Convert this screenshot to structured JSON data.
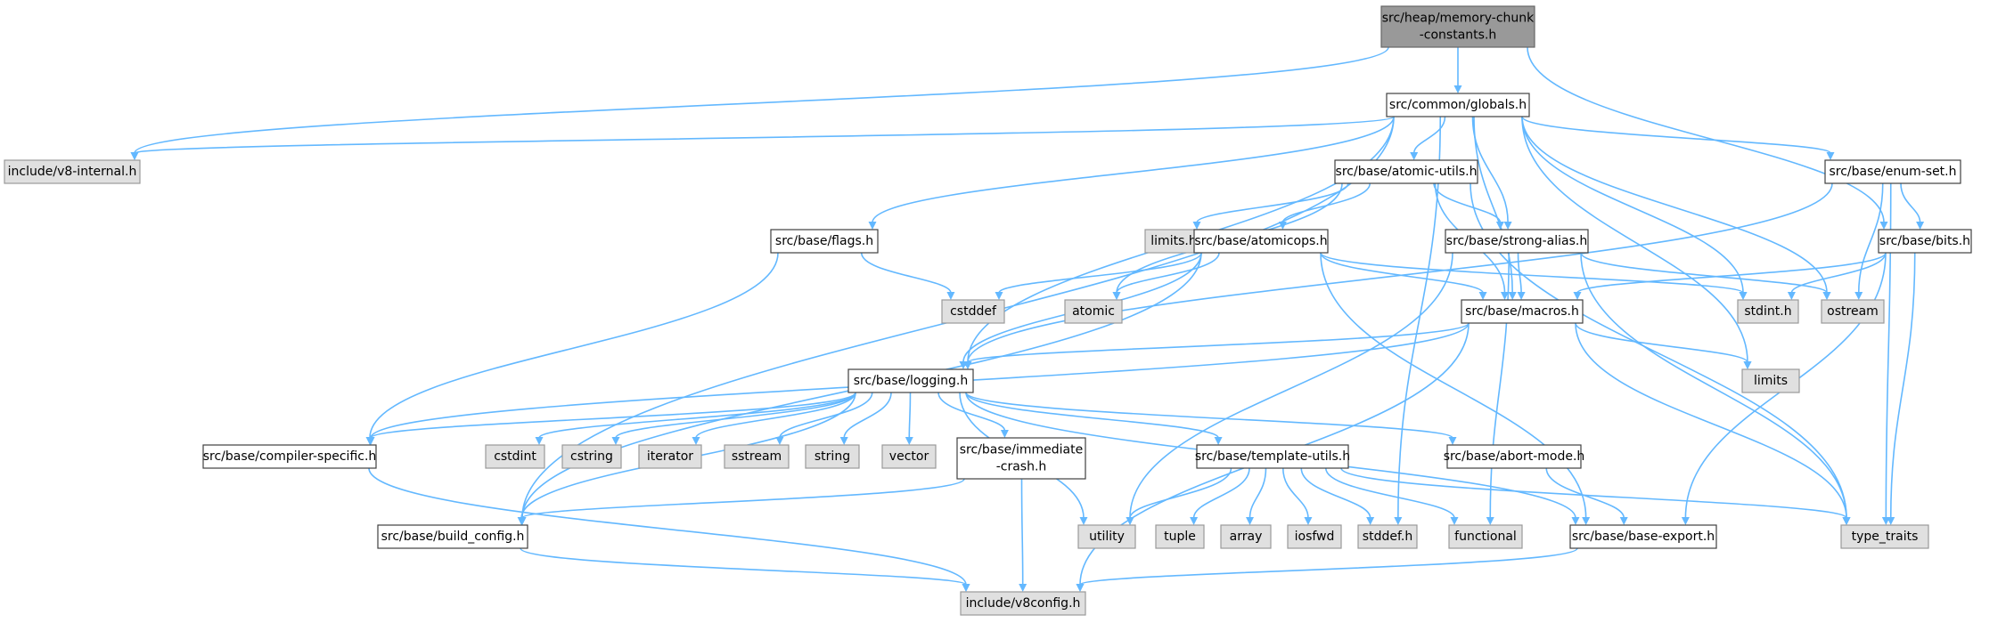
{
  "colors": {
    "edge": "#63b8ff",
    "root_fill": "#999999",
    "root_stroke": "#666666",
    "internal_fill": "#ffffff",
    "internal_stroke": "#404040",
    "external_fill": "#e0e0e0",
    "external_stroke": "#999999"
  },
  "nodes": [
    {
      "id": "root",
      "kind": "root",
      "lines": [
        "src/heap/memory-chunk",
        "-constants.h"
      ]
    },
    {
      "id": "globals",
      "kind": "internal",
      "lines": [
        "src/common/globals.h"
      ]
    },
    {
      "id": "v8internal",
      "kind": "external",
      "lines": [
        "include/v8-internal.h"
      ]
    },
    {
      "id": "atomicutils",
      "kind": "internal",
      "lines": [
        "src/base/atomic-utils.h"
      ]
    },
    {
      "id": "enumset",
      "kind": "internal",
      "lines": [
        "src/base/enum-set.h"
      ]
    },
    {
      "id": "flags",
      "kind": "internal",
      "lines": [
        "src/base/flags.h"
      ]
    },
    {
      "id": "limitsh",
      "kind": "external",
      "lines": [
        "limits.h"
      ]
    },
    {
      "id": "atomicops",
      "kind": "internal",
      "lines": [
        "src/base/atomicops.h"
      ]
    },
    {
      "id": "strongalias",
      "kind": "internal",
      "lines": [
        "src/base/strong-alias.h"
      ]
    },
    {
      "id": "bits",
      "kind": "internal",
      "lines": [
        "src/base/bits.h"
      ]
    },
    {
      "id": "cstddef",
      "kind": "external",
      "lines": [
        "cstddef"
      ]
    },
    {
      "id": "atomic",
      "kind": "external",
      "lines": [
        "atomic"
      ]
    },
    {
      "id": "macros",
      "kind": "internal",
      "lines": [
        "src/base/macros.h"
      ]
    },
    {
      "id": "stdinth",
      "kind": "external",
      "lines": [
        "stdint.h"
      ]
    },
    {
      "id": "ostream",
      "kind": "external",
      "lines": [
        "ostream"
      ]
    },
    {
      "id": "limits",
      "kind": "external",
      "lines": [
        "limits"
      ]
    },
    {
      "id": "logging",
      "kind": "internal",
      "lines": [
        "src/base/logging.h"
      ]
    },
    {
      "id": "compilerspecific",
      "kind": "internal",
      "lines": [
        "src/base/compiler-specific.h"
      ]
    },
    {
      "id": "cstdint",
      "kind": "external",
      "lines": [
        "cstdint"
      ]
    },
    {
      "id": "cstring",
      "kind": "external",
      "lines": [
        "cstring"
      ]
    },
    {
      "id": "iterator",
      "kind": "external",
      "lines": [
        "iterator"
      ]
    },
    {
      "id": "sstream",
      "kind": "external",
      "lines": [
        "sstream"
      ]
    },
    {
      "id": "string",
      "kind": "external",
      "lines": [
        "string"
      ]
    },
    {
      "id": "vector",
      "kind": "external",
      "lines": [
        "vector"
      ]
    },
    {
      "id": "immediatecrash",
      "kind": "internal",
      "lines": [
        "src/base/immediate",
        "-crash.h"
      ]
    },
    {
      "id": "templateutils",
      "kind": "internal",
      "lines": [
        "src/base/template-utils.h"
      ]
    },
    {
      "id": "abortmode",
      "kind": "internal",
      "lines": [
        "src/base/abort-mode.h"
      ]
    },
    {
      "id": "buildconfig",
      "kind": "internal",
      "lines": [
        "src/base/build_config.h"
      ]
    },
    {
      "id": "utility",
      "kind": "external",
      "lines": [
        "utility"
      ]
    },
    {
      "id": "tuple",
      "kind": "external",
      "lines": [
        "tuple"
      ]
    },
    {
      "id": "array",
      "kind": "external",
      "lines": [
        "array"
      ]
    },
    {
      "id": "iosfwd",
      "kind": "external",
      "lines": [
        "iosfwd"
      ]
    },
    {
      "id": "stddefh",
      "kind": "external",
      "lines": [
        "stddef.h"
      ]
    },
    {
      "id": "functional",
      "kind": "external",
      "lines": [
        "functional"
      ]
    },
    {
      "id": "baseexport",
      "kind": "internal",
      "lines": [
        "src/base/base-export.h"
      ]
    },
    {
      "id": "typetraits",
      "kind": "external",
      "lines": [
        "type_traits"
      ]
    },
    {
      "id": "v8config",
      "kind": "external",
      "lines": [
        "include/v8config.h"
      ]
    }
  ],
  "edges": [
    [
      "root",
      "globals"
    ],
    [
      "root",
      "v8internal"
    ],
    [
      "root",
      "bits"
    ],
    [
      "globals",
      "v8internal"
    ],
    [
      "globals",
      "atomicutils"
    ],
    [
      "globals",
      "enumset"
    ],
    [
      "globals",
      "flags"
    ],
    [
      "globals",
      "strongalias"
    ],
    [
      "globals",
      "macros"
    ],
    [
      "globals",
      "stdinth"
    ],
    [
      "globals",
      "ostream"
    ],
    [
      "globals",
      "limits"
    ],
    [
      "globals",
      "logging"
    ],
    [
      "globals",
      "buildconfig"
    ],
    [
      "globals",
      "stddefh"
    ],
    [
      "atomicutils",
      "limitsh"
    ],
    [
      "atomicutils",
      "atomicops"
    ],
    [
      "atomicutils",
      "strongalias"
    ],
    [
      "atomicutils",
      "atomic"
    ],
    [
      "atomicutils",
      "macros"
    ],
    [
      "atomicutils",
      "typetraits"
    ],
    [
      "enumset",
      "bits"
    ],
    [
      "enumset",
      "ostream"
    ],
    [
      "enumset",
      "typetraits"
    ],
    [
      "enumset",
      "logging"
    ],
    [
      "flags",
      "cstddef"
    ],
    [
      "flags",
      "compilerspecific"
    ],
    [
      "atomicops",
      "cstddef"
    ],
    [
      "atomicops",
      "atomic"
    ],
    [
      "atomicops",
      "macros"
    ],
    [
      "atomicops",
      "stdinth"
    ],
    [
      "atomicops",
      "baseexport"
    ],
    [
      "atomicops",
      "buildconfig"
    ],
    [
      "atomicops",
      "logging"
    ],
    [
      "strongalias",
      "macros"
    ],
    [
      "strongalias",
      "ostream"
    ],
    [
      "strongalias",
      "utility"
    ],
    [
      "strongalias",
      "functional"
    ],
    [
      "strongalias",
      "typetraits"
    ],
    [
      "bits",
      "macros"
    ],
    [
      "bits",
      "stdinth"
    ],
    [
      "bits",
      "typetraits"
    ],
    [
      "bits",
      "baseexport"
    ],
    [
      "macros",
      "logging"
    ],
    [
      "macros",
      "limits"
    ],
    [
      "macros",
      "typetraits"
    ],
    [
      "macros",
      "compilerspecific"
    ],
    [
      "macros",
      "v8config"
    ],
    [
      "logging",
      "compilerspecific"
    ],
    [
      "logging",
      "cstdint"
    ],
    [
      "logging",
      "cstring"
    ],
    [
      "logging",
      "iterator"
    ],
    [
      "logging",
      "sstream"
    ],
    [
      "logging",
      "string"
    ],
    [
      "logging",
      "vector"
    ],
    [
      "logging",
      "immediatecrash"
    ],
    [
      "logging",
      "templateutils"
    ],
    [
      "logging",
      "abortmode"
    ],
    [
      "logging",
      "buildconfig"
    ],
    [
      "logging",
      "utility"
    ],
    [
      "logging",
      "baseexport"
    ],
    [
      "compilerspecific",
      "v8config"
    ],
    [
      "immediatecrash",
      "buildconfig"
    ],
    [
      "immediatecrash",
      "v8config"
    ],
    [
      "templateutils",
      "utility"
    ],
    [
      "templateutils",
      "tuple"
    ],
    [
      "templateutils",
      "array"
    ],
    [
      "templateutils",
      "iosfwd"
    ],
    [
      "templateutils",
      "stddefh"
    ],
    [
      "templateutils",
      "functional"
    ],
    [
      "templateutils",
      "typetraits"
    ],
    [
      "abortmode",
      "baseexport"
    ],
    [
      "buildconfig",
      "v8config"
    ],
    [
      "baseexport",
      "v8config"
    ]
  ]
}
